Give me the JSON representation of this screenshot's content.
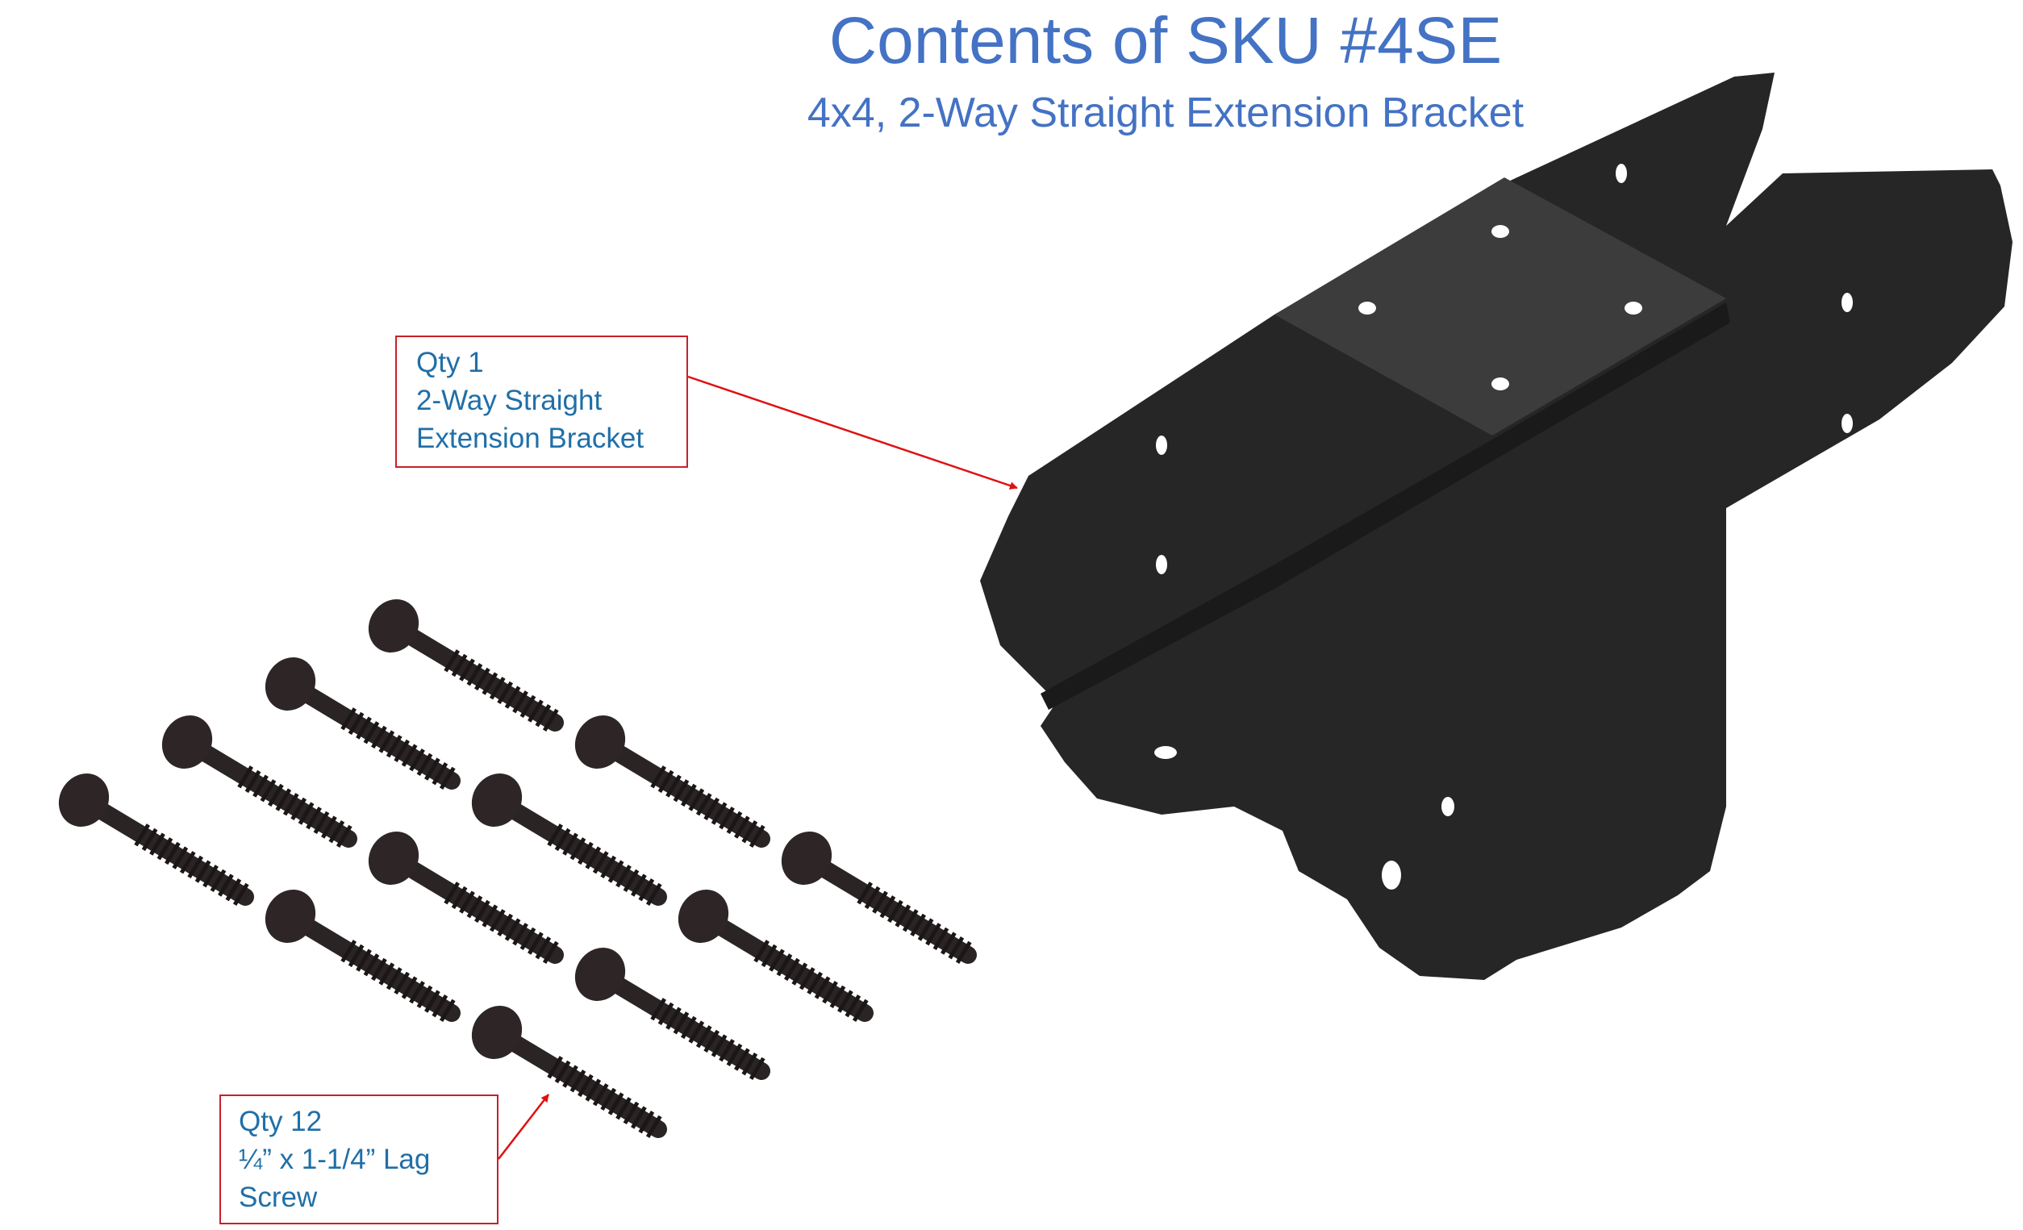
{
  "title": "Contents of SKU #4SE",
  "subtitle": "4x4, 2-Way Straight Extension Bracket",
  "callouts": [
    {
      "lines": [
        "Qty 1",
        "2-Way Straight",
        "Extension Bracket"
      ],
      "border_color": "#C8202A"
    },
    {
      "lines": [
        "Qty 12",
        "¼” x 1-1/4” Lag",
        "Screw"
      ],
      "border_color": "#C8202A"
    }
  ],
  "colors": {
    "title": "#4472C4",
    "callout_text": "#1F6FA8",
    "arrow": "#E01010",
    "part": "#2a2a2a"
  }
}
